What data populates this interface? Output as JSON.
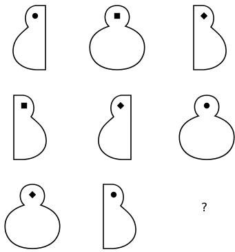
{
  "puzzle": {
    "question_mark": "?",
    "cells": [
      {
        "row": 1,
        "col": 1,
        "shape": "half-right",
        "marker": "circle"
      },
      {
        "row": 1,
        "col": 2,
        "shape": "full",
        "marker": "square"
      },
      {
        "row": 1,
        "col": 3,
        "shape": "half-left",
        "marker": "diamond"
      },
      {
        "row": 2,
        "col": 1,
        "shape": "half-left",
        "marker": "square"
      },
      {
        "row": 2,
        "col": 2,
        "shape": "half-right",
        "marker": "diamond"
      },
      {
        "row": 2,
        "col": 3,
        "shape": "full",
        "marker": "circle"
      },
      {
        "row": 3,
        "col": 1,
        "shape": "full",
        "marker": "diamond"
      },
      {
        "row": 3,
        "col": 2,
        "shape": "half-left",
        "marker": "circle"
      },
      {
        "row": 3,
        "col": 3,
        "shape": "unknown",
        "marker": "none"
      }
    ]
  }
}
